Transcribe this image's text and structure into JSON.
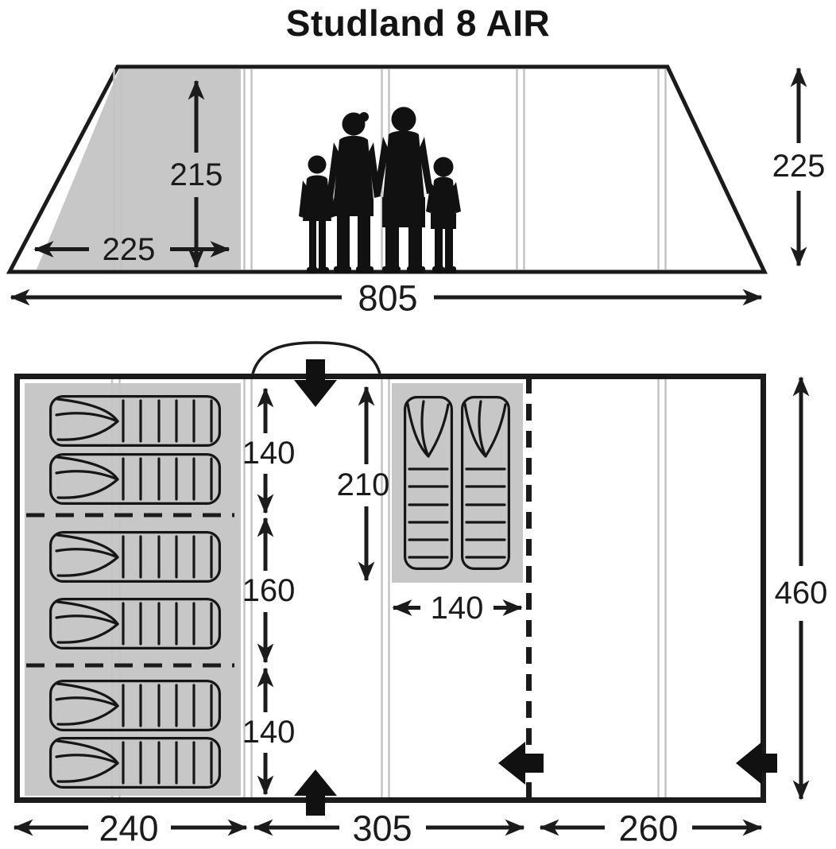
{
  "title": "Studland 8 AIR",
  "colors": {
    "ink": "#1b1b1b",
    "shade": "#c7c7c7",
    "seam": "#c4c4c4"
  },
  "side_view": {
    "interior_height": "215",
    "bedroom_depth": "225",
    "entrance_height": "225",
    "total_length": "805"
  },
  "floor_plan": {
    "bedroom_section_widths": [
      "140",
      "160",
      "140"
    ],
    "side_bedroom_length": "210",
    "side_bedroom_width": "140",
    "total_depth": "460",
    "section_lengths": [
      "240",
      "305",
      "260"
    ]
  },
  "icons": {
    "entrance_front_top": "down-arrow",
    "entrance_front_bottom": "up-arrow",
    "entrance_inner_door": "left-arrow",
    "entrance_side_door": "left-arrow",
    "door_opening": "arc"
  }
}
